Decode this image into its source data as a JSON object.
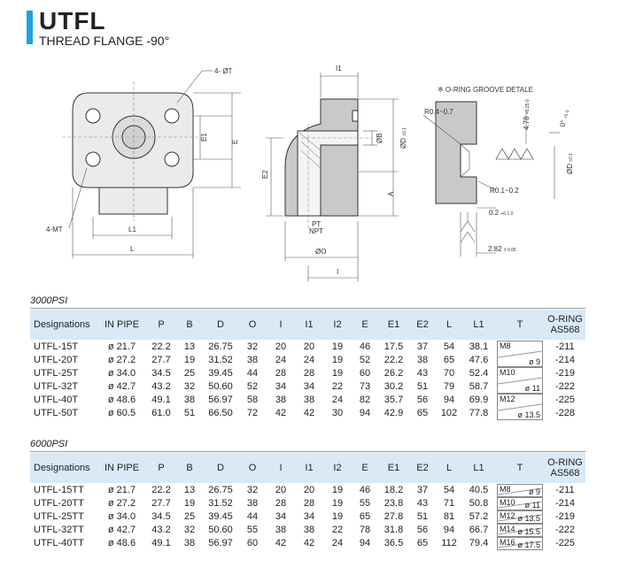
{
  "header": {
    "title": "UTFL",
    "subtitle": "THREAD FLANGE -90°"
  },
  "drawing": {
    "front_labels": {
      "holes_t": "4- ØT",
      "e1": "E1",
      "e": "E",
      "mt": "4-MT",
      "l1": "L1",
      "l": "L"
    },
    "side_labels": {
      "i1": "I1",
      "b": "ØB",
      "d": "ØD",
      "d_tol": "±0.1",
      "e2": "E2",
      "a": "A",
      "pt": "PT",
      "npt": "NPT",
      "o": "ØO",
      "i": "I"
    },
    "groove_labels": {
      "note": "※ O-RING GROOVE DETALE",
      "r1": "R0.4~0.7",
      "r2": "R0.1~0.2",
      "depth": "4.78",
      "depth_tol": "+0.25 0",
      "angle": "0°",
      "angle_tol": "+5 0",
      "d": "ØD",
      "d_tol": "±0.1",
      "gap": "0.2",
      "gap_tol": "+0.1 0",
      "width": "2.82",
      "width_tol": "± 0.05"
    }
  },
  "tables": [
    {
      "section_label": "3000PSI",
      "columns": [
        "Designations",
        "IN PIPE",
        "P",
        "B",
        "D",
        "O",
        "I",
        "I1",
        "I2",
        "E",
        "E1",
        "E2",
        "L",
        "L1",
        "T",
        "O-RING AS568"
      ],
      "rows": [
        [
          "UTFL-15T",
          "ø 21.7",
          "22.2",
          "13",
          "26.75",
          "32",
          "20",
          "20",
          "19",
          "46",
          "17.5",
          "37",
          "54",
          "38.1",
          "-211"
        ],
        [
          "UTFL-20T",
          "ø 27.2",
          "27.7",
          "19",
          "31.52",
          "38",
          "24",
          "24",
          "19",
          "52",
          "22.2",
          "38",
          "65",
          "47.6",
          "-214"
        ],
        [
          "UTFL-25T",
          "ø 34.0",
          "34.5",
          "25",
          "39.45",
          "44",
          "28",
          "28",
          "19",
          "60",
          "26.2",
          "43",
          "70",
          "52.4",
          "-219"
        ],
        [
          "UTFL-32T",
          "ø 42.7",
          "43.2",
          "32",
          "50.60",
          "52",
          "34",
          "34",
          "22",
          "73",
          "30.2",
          "51",
          "79",
          "58.7",
          "-222"
        ],
        [
          "UTFL-40T",
          "ø 48.6",
          "49.1",
          "38",
          "56.97",
          "58",
          "38",
          "38",
          "24",
          "82",
          "35.7",
          "56",
          "94",
          "69.9",
          "-225"
        ],
        [
          "UTFL-50T",
          "ø 60.5",
          "61.0",
          "51",
          "66.50",
          "72",
          "42",
          "42",
          "30",
          "94",
          "42.9",
          "65",
          "102",
          "77.8",
          "-228"
        ]
      ],
      "thread_cells": [
        {
          "m": "M8",
          "d": "ø 9"
        },
        {
          "m": "M10",
          "d": "ø 11"
        },
        {
          "m": "M12",
          "d": "ø 13.5"
        }
      ]
    },
    {
      "section_label": "6000PSI",
      "columns": [
        "Designations",
        "IN PIPE",
        "P",
        "B",
        "D",
        "O",
        "I",
        "I1",
        "I2",
        "E",
        "E1",
        "E2",
        "L",
        "L1",
        "T",
        "O-RING AS568"
      ],
      "rows": [
        [
          "UTFL-15TT",
          "ø 21.7",
          "22.2",
          "13",
          "26.75",
          "32",
          "20",
          "20",
          "19",
          "46",
          "18.2",
          "37",
          "54",
          "40.5",
          "-211"
        ],
        [
          "UTFL-20TT",
          "ø 27.2",
          "27.7",
          "19",
          "31.52",
          "38",
          "28",
          "28",
          "19",
          "55",
          "23.8",
          "43",
          "71",
          "50.8",
          "-214"
        ],
        [
          "UTFL-25TT",
          "ø 34.0",
          "34.5",
          "25",
          "39.45",
          "44",
          "34",
          "34",
          "19",
          "65",
          "27.8",
          "51",
          "81",
          "57.2",
          "-219"
        ],
        [
          "UTFL-32TT",
          "ø 42.7",
          "43.2",
          "32",
          "50.60",
          "55",
          "38",
          "38",
          "22",
          "78",
          "31.8",
          "56",
          "94",
          "66.7",
          "-222"
        ],
        [
          "UTFL-40TT",
          "ø 48.6",
          "49.1",
          "38",
          "56.97",
          "60",
          "42",
          "42",
          "24",
          "94",
          "36.5",
          "65",
          "112",
          "79.4",
          "-225"
        ]
      ],
      "thread_cells": [
        {
          "m": "M8",
          "d": "ø 9"
        },
        {
          "m": "M10",
          "d": "ø 11"
        },
        {
          "m": "M12",
          "d": "ø 13.5"
        },
        {
          "m": "M14",
          "d": "ø 15.5"
        },
        {
          "m": "M16",
          "d": "ø 17.5"
        }
      ]
    }
  ]
}
